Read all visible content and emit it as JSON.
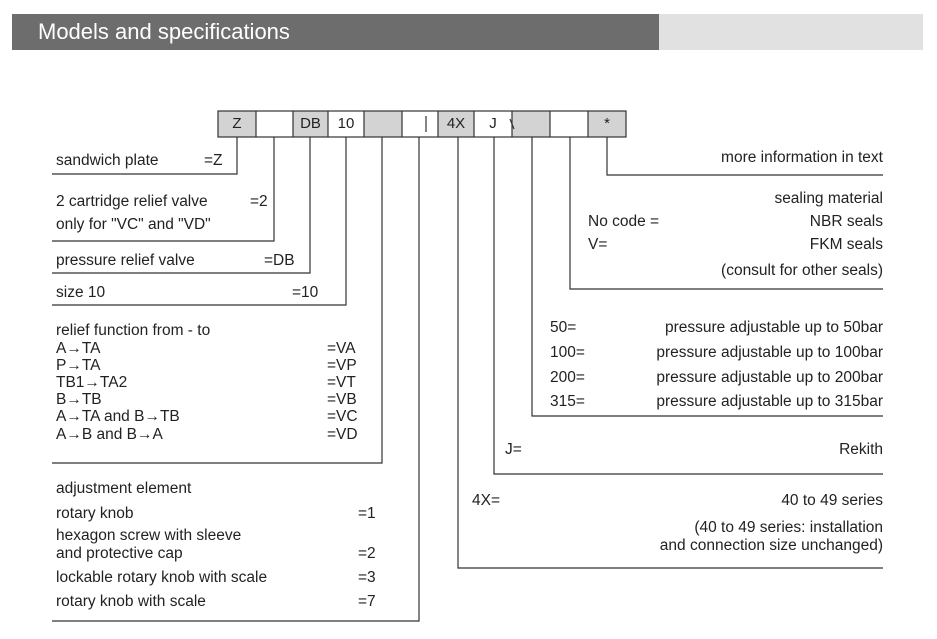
{
  "header": {
    "title": "Models and specifications"
  },
  "code": {
    "z": "Z",
    "db": "DB",
    "size": "10",
    "series": "4X",
    "j": "J",
    "star": "*"
  },
  "sandwich": {
    "label": "sandwich plate",
    "code": "=Z"
  },
  "cartridge": {
    "line1": "2 cartridge relief valve",
    "code": "=2",
    "line2": "only for \"VC\" and \"VD\""
  },
  "prv": {
    "label": "pressure relief valve",
    "code": "=DB"
  },
  "size": {
    "label": "size 10",
    "code": "=10"
  },
  "relief": {
    "title": "relief function from - to",
    "rows": [
      {
        "label": "A→TA",
        "code": "=VA"
      },
      {
        "label": "P→TA",
        "code": "=VP"
      },
      {
        "label": "TB1→TA2",
        "code": "=VT"
      },
      {
        "label": "B→TB",
        "code": "=VB"
      },
      {
        "label": "A→TA and B→TB",
        "code": "=VC"
      },
      {
        "label": "A→B and B→A",
        "code": "=VD"
      }
    ]
  },
  "adjust": {
    "title": "adjustment element",
    "r1": {
      "label": "rotary knob",
      "code": "=1"
    },
    "r2": {
      "line1": "hexagon screw with sleeve",
      "line2": "and protective cap",
      "code": "=2"
    },
    "r3": {
      "label": "lockable rotary knob with scale",
      "code": "=3"
    },
    "r4": {
      "label": "rotary knob with scale",
      "code": "=7"
    }
  },
  "more_info": "more information in text",
  "sealing": {
    "title": "sealing material",
    "nocode": "No code =",
    "nbr": "NBR seals",
    "v": "V=",
    "fkm": "FKM seals",
    "consult": "(consult for other seals)"
  },
  "pressure": {
    "rows": [
      {
        "code": "50=",
        "label": "pressure adjustable up to 50bar"
      },
      {
        "code": "100=",
        "label": "pressure adjustable up to 100bar"
      },
      {
        "code": "200=",
        "label": "pressure adjustable up to 200bar"
      },
      {
        "code": "315=",
        "label": "pressure adjustable up to 315bar"
      }
    ]
  },
  "brand": {
    "code": "J=",
    "label": "Rekith"
  },
  "series": {
    "code": "4X=",
    "label": "40 to 49 series",
    "note1": "(40 to 49 series: installation",
    "note2": "and connection size unchanged)"
  }
}
